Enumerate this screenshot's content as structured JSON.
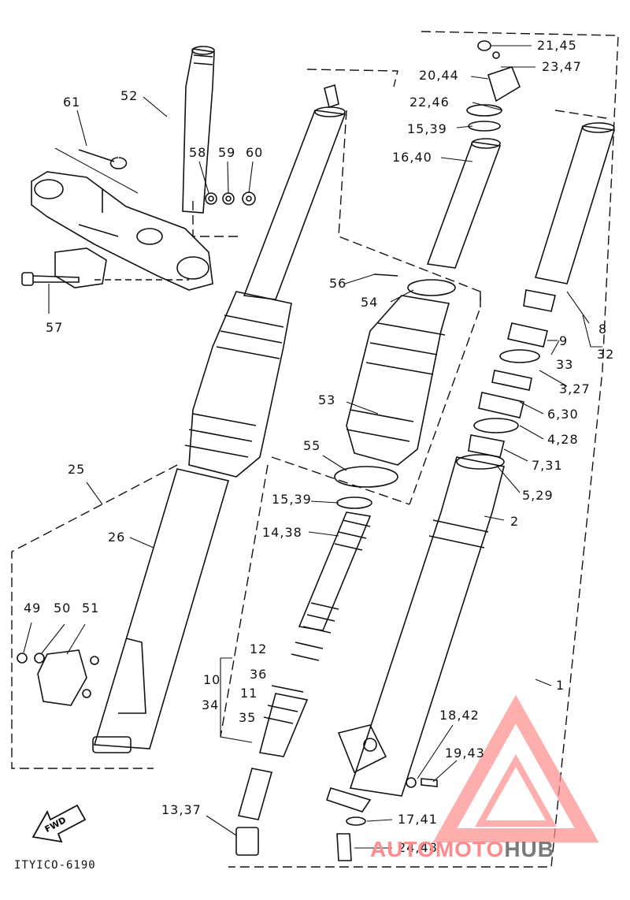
{
  "diagram_code": "ITYICO-6190",
  "fwd_label": "FWD",
  "watermark": {
    "part1": "AUTOMOTO",
    "part2": "HUB",
    "color": "#ff8c8c"
  },
  "parts": {
    "p1": "1",
    "p2": "2",
    "p3_27": "3,27",
    "p4_28": "4,28",
    "p5_29": "5,29",
    "p6_30": "6,30",
    "p7_31": "7,31",
    "p8": "8",
    "p8_32": "32",
    "p9": "9",
    "p9_33": "33",
    "p10": "10",
    "p10_34": "34",
    "p11": "11",
    "p11_35": "35",
    "p12": "12",
    "p12_36": "36",
    "p13_37": "13,37",
    "p14_38": "14,38",
    "p15_39a": "15,39",
    "p15_39b": "15,39",
    "p16_40": "16,40",
    "p17_41": "17,41",
    "p18_42": "18,42",
    "p19_43": "19,43",
    "p20_44": "20,44",
    "p21_45": "21,45",
    "p22_46": "22,46",
    "p23_47": "23,47",
    "p24_48": "24,48",
    "p25": "25",
    "p26": "26",
    "p49": "49",
    "p50": "50",
    "p51": "51",
    "p52": "52",
    "p53": "53",
    "p54": "54",
    "p55": "55",
    "p56": "56",
    "p57": "57",
    "p58": "58",
    "p59": "59",
    "p60": "60",
    "p61": "61"
  }
}
